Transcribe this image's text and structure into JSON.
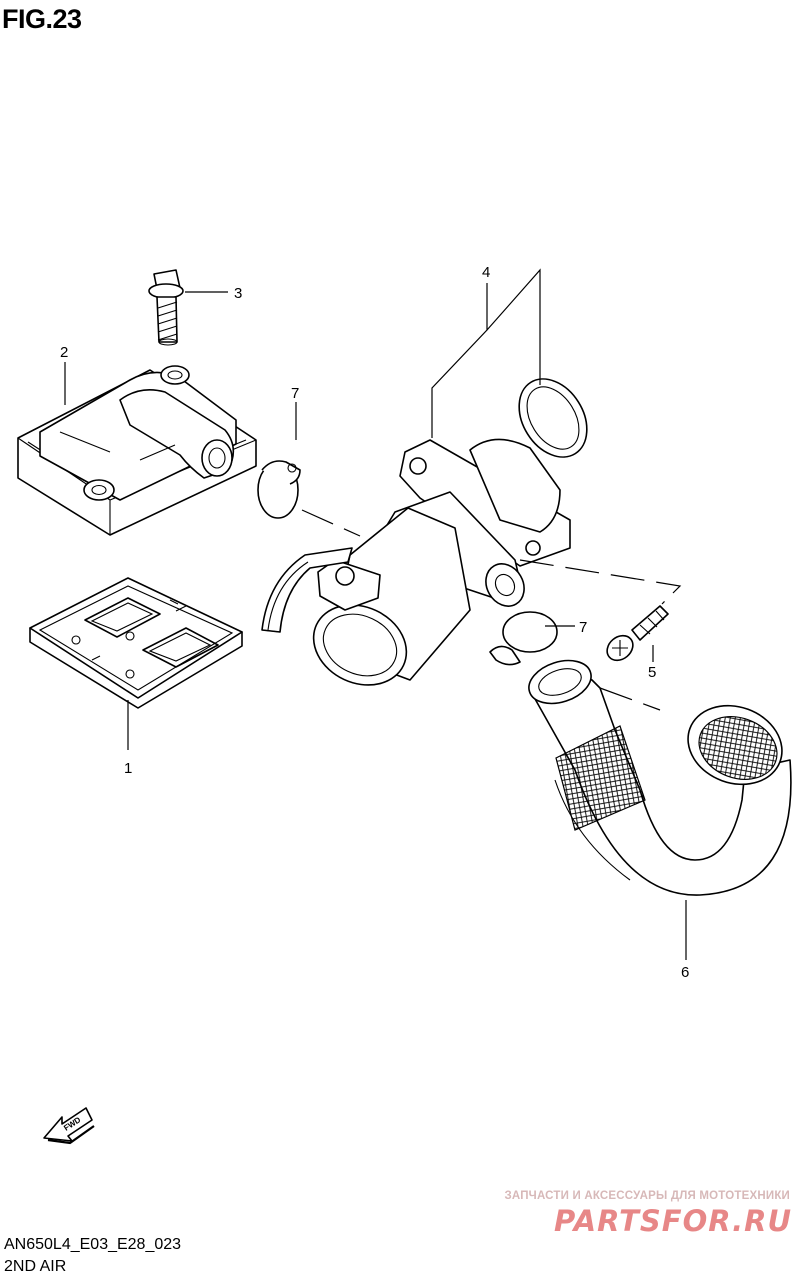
{
  "figure": {
    "title": "FIG.23"
  },
  "callouts": {
    "c1": "1",
    "c2": "2",
    "c3": "3",
    "c4": "4",
    "c5": "5",
    "c6": "6",
    "c7a": "7",
    "c7b": "7"
  },
  "footer": {
    "code": "AN650L4_E03_E28_023",
    "section": "2ND AIR"
  },
  "watermark": {
    "tagline": "ЗАПЧАСТИ И АКСЕССУАРЫ ДЛЯ МОТОТЕХНИКИ",
    "logo": "PARTSFOR.RU"
  },
  "direction_marker": {
    "label": "FWD",
    "icon": "fwd-arrow-icon"
  },
  "colors": {
    "line": "#000000",
    "background": "#ffffff",
    "watermark": "#e06060"
  }
}
